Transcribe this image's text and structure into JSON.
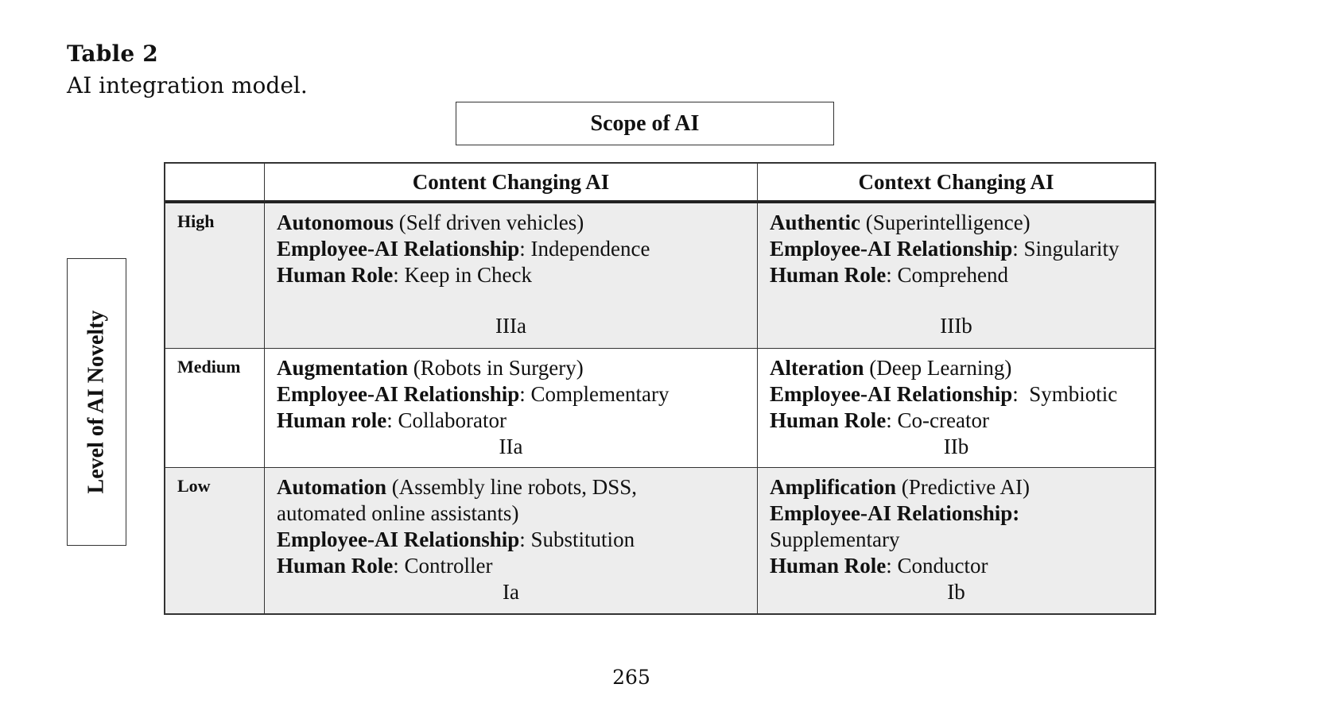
{
  "caption": {
    "label": "Table 2",
    "title": "AI integration model."
  },
  "scope_label": "Scope of AI",
  "novelty_label": "Level of AI Novelty",
  "columns": [
    "Content Changing AI",
    "Context Changing AI"
  ],
  "rows": [
    "High",
    "Medium",
    "Low"
  ],
  "cells": {
    "high_content": {
      "type": "Autonomous",
      "example": " (Self driven vehicles)",
      "rel_label": "Employee-AI Relationship",
      "rel_value": ": Independence",
      "role_label": "Human Role",
      "role_value": ": Keep in Check",
      "quadrant": "IIIa"
    },
    "high_context": {
      "type": "Authentic",
      "example": " (Superintelligence)",
      "rel_label": "Employee-AI Relationship",
      "rel_value": ": Singularity",
      "role_label": "Human Role",
      "role_value": ": Comprehend",
      "quadrant": "IIIb"
    },
    "medium_content": {
      "type": "Augmentation",
      "example": " (Robots in Surgery)",
      "rel_label": "Employee-AI Relationship",
      "rel_value": ": Complementary",
      "role_label": "Human role",
      "role_value": ": Collaborator",
      "quadrant": "IIa"
    },
    "medium_context": {
      "type": "Alteration",
      "example": " (Deep Learning)",
      "rel_label": "Employee-AI Relationship",
      "rel_value": ":  Symbiotic",
      "role_label": "Human Role",
      "role_value": ": Co-creator",
      "quadrant": "IIb"
    },
    "low_content": {
      "type": "Automation",
      "example": " (Assembly line robots, DSS,",
      "example_cont": "automated online assistants)",
      "rel_label": "Employee-AI Relationship",
      "rel_value": ": Substitution",
      "role_label": "Human Role",
      "role_value": ": Controller",
      "quadrant": "Ia"
    },
    "low_context": {
      "type": "Amplification",
      "example": " (Predictive AI)",
      "rel_label": "Employee-AI Relationship:",
      "rel_value": "Supplementary",
      "role_label": "Human Role",
      "role_value": ": Conductor",
      "quadrant": "Ib"
    }
  },
  "page_number": "265"
}
